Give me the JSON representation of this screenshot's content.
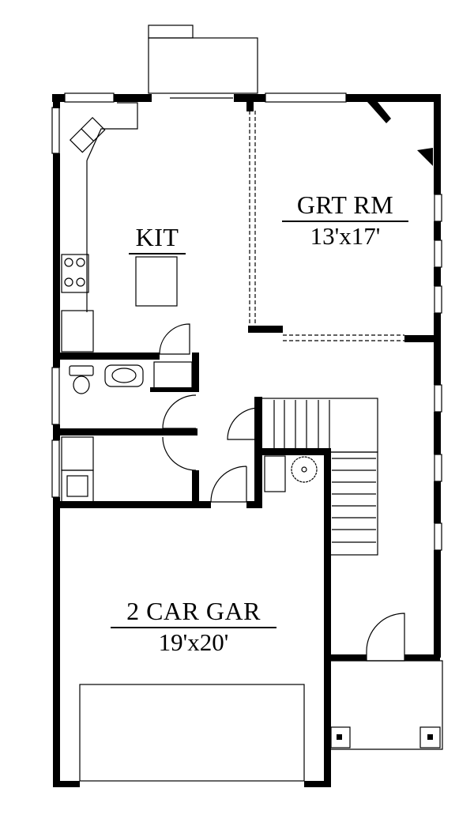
{
  "plan": {
    "wall_color": "#000000",
    "line_color": "#000000",
    "background": "#ffffff"
  },
  "rooms": {
    "kitchen": {
      "name": "KIT",
      "dims": ""
    },
    "great_room": {
      "name": "GRT RM",
      "dims": "13'x17'"
    },
    "garage": {
      "name": "2 CAR GAR",
      "dims": "19'x20'"
    }
  }
}
